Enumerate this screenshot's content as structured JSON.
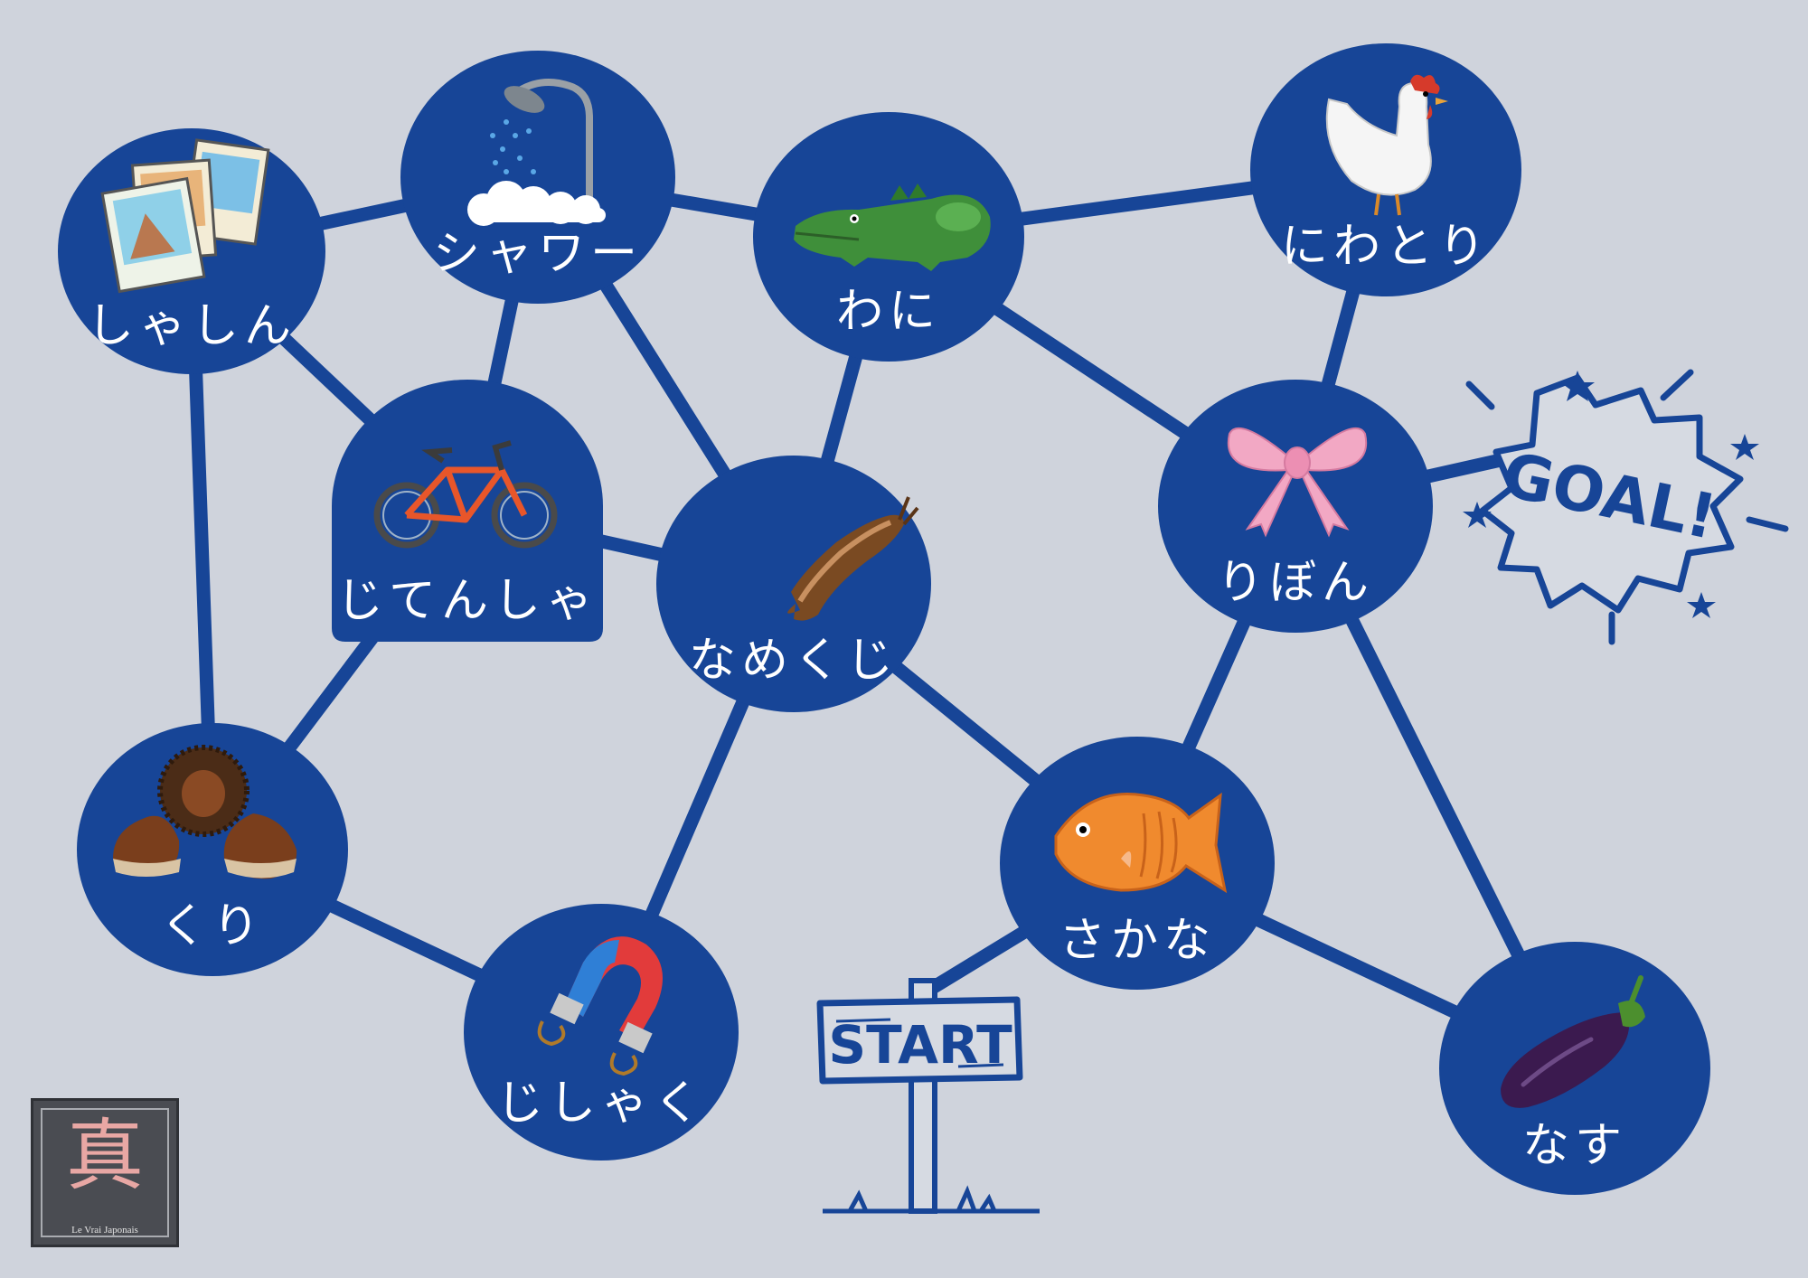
{
  "colors": {
    "background": "#cfd3dc",
    "node": "#174597",
    "path": "#174597",
    "label": "#ffffff",
    "logo_kanji": "#e8a7a4"
  },
  "nodes": {
    "shashin": {
      "label": "しゃしん",
      "icon": "photos-icon"
    },
    "shower": {
      "label": "シャワー",
      "icon": "shower-icon"
    },
    "wani": {
      "label": "わに",
      "icon": "crocodile-icon"
    },
    "niwatori": {
      "label": "にわとり",
      "icon": "chicken-icon"
    },
    "jitensha": {
      "label": "じてんしゃ",
      "icon": "bicycle-icon"
    },
    "namekuji": {
      "label": "なめくじ",
      "icon": "slug-icon"
    },
    "ribon": {
      "label": "りぼん",
      "icon": "ribbon-icon"
    },
    "kuri": {
      "label": "くり",
      "icon": "chestnut-icon"
    },
    "jishaku": {
      "label": "じしゃく",
      "icon": "magnet-icon"
    },
    "sakana": {
      "label": "さかな",
      "icon": "fish-icon"
    },
    "nasu": {
      "label": "なす",
      "icon": "eggplant-icon"
    }
  },
  "start_sign": {
    "text": "START"
  },
  "goal_burst": {
    "text": "GOAL!"
  },
  "logo": {
    "kanji": "真",
    "subtitle": "Le Vrai Japonais"
  }
}
